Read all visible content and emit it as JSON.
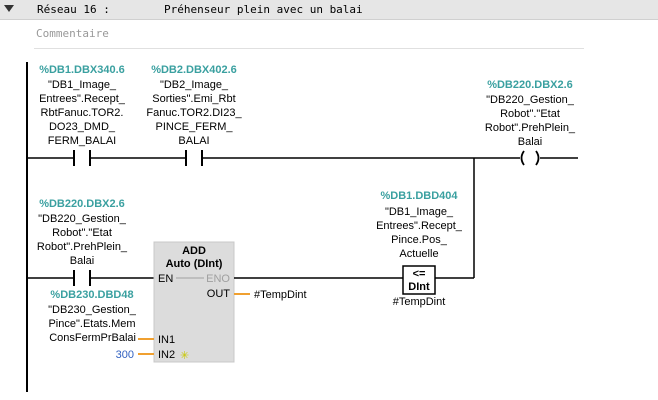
{
  "network": {
    "label": "Réseau 16 :",
    "title": "Préhenseur plein avec un balai",
    "comment_placeholder": "Commentaire"
  },
  "contact_1": {
    "address": "%DB1.DBX340.6",
    "symbol": [
      "\"DB1_Image_",
      "Entrees\".Recept_",
      "RbtFanuc.TOR2.",
      "DO23_DMD_",
      "FERM_BALAI"
    ]
  },
  "contact_2": {
    "address": "%DB2.DBX402.6",
    "symbol": [
      "\"DB2_Image_",
      "Sorties\".Emi_Rbt",
      "Fanuc.TOR2.DI23_",
      "PINCE_FERM_",
      "BALAI"
    ]
  },
  "coil": {
    "address": "%DB220.DBX2.6",
    "symbol": [
      "\"DB220_Gestion_",
      "Robot\".\"Etat",
      "Robot\".PrehPlein_",
      "Balai"
    ]
  },
  "contact_3": {
    "address": "%DB220.DBX2.6",
    "symbol": [
      "\"DB220_Gestion_",
      "Robot\".\"Etat",
      "Robot\".PrehPlein_",
      "Balai"
    ]
  },
  "add_box": {
    "name": "ADD",
    "type": "Auto (DInt)",
    "en": "EN",
    "eno": "ENO",
    "out": "OUT",
    "out_operand": "#TempDint",
    "in1": "IN1",
    "in2": "IN2",
    "in1_address": "%DB230.DBD48",
    "in1_symbol": [
      "\"DB230_Gestion_",
      "Pince\".Etats.Mem",
      "ConsFermPrBalai"
    ],
    "in2_value": "300"
  },
  "compare": {
    "address": "%DB1.DBD404",
    "symbol": [
      "\"DB1_Image_",
      "Entrees\".Recept_",
      "Pince.Pos_",
      "Actuelle"
    ],
    "operator": "<=",
    "type": "DInt",
    "operand2": "#TempDint"
  },
  "colors": {
    "address": "#3aa0a0",
    "wire": "#000000",
    "param_line": "#f0a030",
    "box_fill": "#dcdcdc",
    "constant": "#3060c0"
  }
}
